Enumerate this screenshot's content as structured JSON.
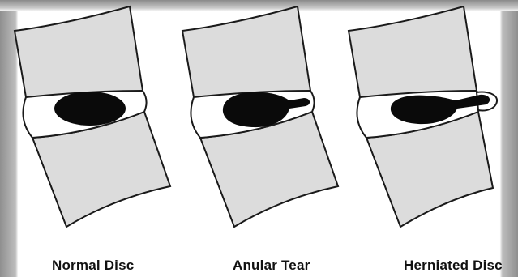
{
  "captions": {
    "normal": "Normal Disc",
    "anular": "Anular Tear",
    "herniated": "Herniated Disc"
  },
  "colors": {
    "vertebra": "#dcdcdc",
    "outline": "#1a1a1a",
    "disc": "#ffffff",
    "nucleus": "#0a0a0a",
    "frame": "#9a9a9a"
  }
}
